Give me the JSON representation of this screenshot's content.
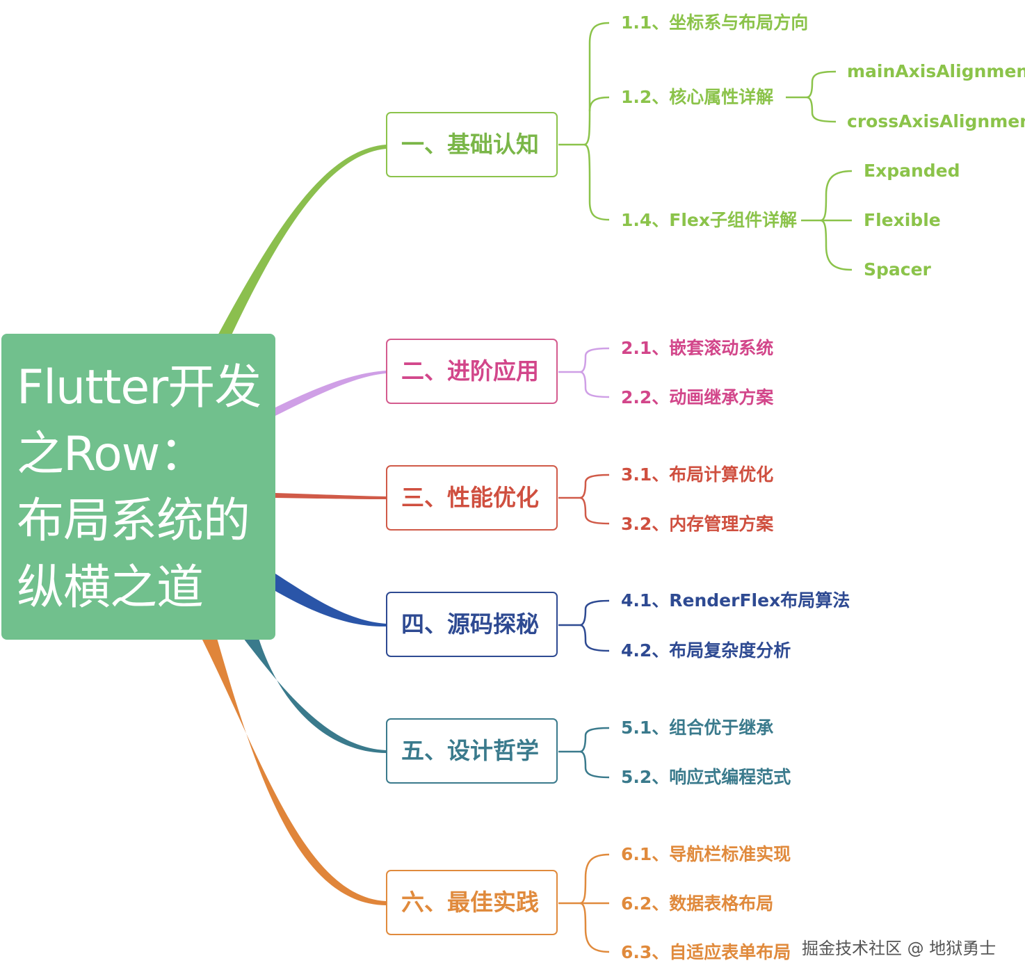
{
  "root": {
    "lines": [
      "Flutter开发",
      "之Row：",
      "布局系统的",
      "纵横之道"
    ]
  },
  "branches": [
    {
      "label": "一、基础认知",
      "color": "#7ab648",
      "children": [
        {
          "label": "1.1、坐标系与布局方向",
          "children": []
        },
        {
          "label": "1.2、核心属性详解",
          "children": [
            "mainAxisAlignment",
            "crossAxisAlignment"
          ]
        },
        {
          "label": "1.4、Flex子组件详解",
          "children": [
            "Expanded",
            "Flexible",
            "Spacer"
          ]
        }
      ]
    },
    {
      "label": "二、进阶应用",
      "color": "#d2468a",
      "link_color": "#cf9fe6",
      "children": [
        {
          "label": "2.1、嵌套滚动系统"
        },
        {
          "label": "2.2、动画继承方案"
        }
      ]
    },
    {
      "label": "三、性能优化",
      "color": "#cf4f3f",
      "children": [
        {
          "label": "3.1、布局计算优化"
        },
        {
          "label": "3.2、内存管理方案"
        }
      ]
    },
    {
      "label": "四、源码探秘",
      "color": "#2e4a92",
      "children": [
        {
          "label": "4.1、RenderFlex布局算法"
        },
        {
          "label": "4.2、布局复杂度分析"
        }
      ]
    },
    {
      "label": "五、设计哲学",
      "color": "#3a7a8c",
      "children": [
        {
          "label": "5.1、组合优于继承"
        },
        {
          "label": "5.2、响应式编程范式"
        }
      ]
    },
    {
      "label": "六、最佳实践",
      "color": "#e08a3c",
      "children": [
        {
          "label": "6.1、导航栏标准实现"
        },
        {
          "label": "6.2、数据表格布局"
        },
        {
          "label": "6.3、自适应表单布局"
        }
      ]
    }
  ],
  "watermark": "掘金技术社区 @ 地狱勇士"
}
